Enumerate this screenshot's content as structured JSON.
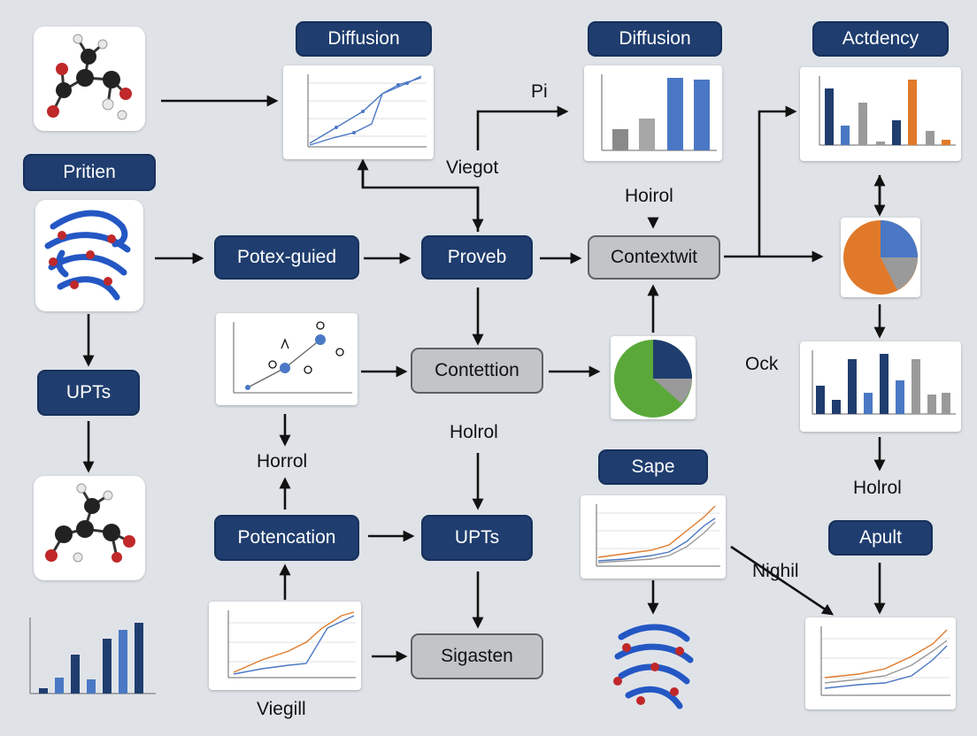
{
  "diagram": {
    "nodes": {
      "diffusion_1": "Diffusion",
      "diffusion_2": "Diffusion",
      "actdency": "Actdency",
      "pritien": "Pritien",
      "potex_guied": "Potex-guied",
      "proveb": "Proveb",
      "contextwit": "Contextwit",
      "upts_left": "UPTs",
      "contettion": "Contettion",
      "potencation": "Potencation",
      "upts_center": "UPTs",
      "sigasten": "Sigasten",
      "sape": "Sape",
      "apult": "Apult"
    },
    "labels": {
      "pi": "Pi",
      "viegot": "Viegot",
      "hoirol": "Hoirol",
      "ock": "Ock",
      "horrol": "Horrol",
      "holrol_center": "Holrol",
      "holrol_right": "Holrol",
      "nighil": "Nighil",
      "viegill": "Viegill"
    },
    "colors": {
      "navy": "#1f3d6e",
      "grey_box": "#c2c4c7",
      "background": "#dfe3e8",
      "series_blue": "#4a78c4",
      "series_orange": "#e07a2a",
      "series_grey": "#9a9a9a",
      "pie_green": "#5ba83a",
      "dark_navy_bar": "#1f3d6e"
    },
    "icons": [
      "molecule-icon",
      "protein-ribbon-icon"
    ]
  }
}
